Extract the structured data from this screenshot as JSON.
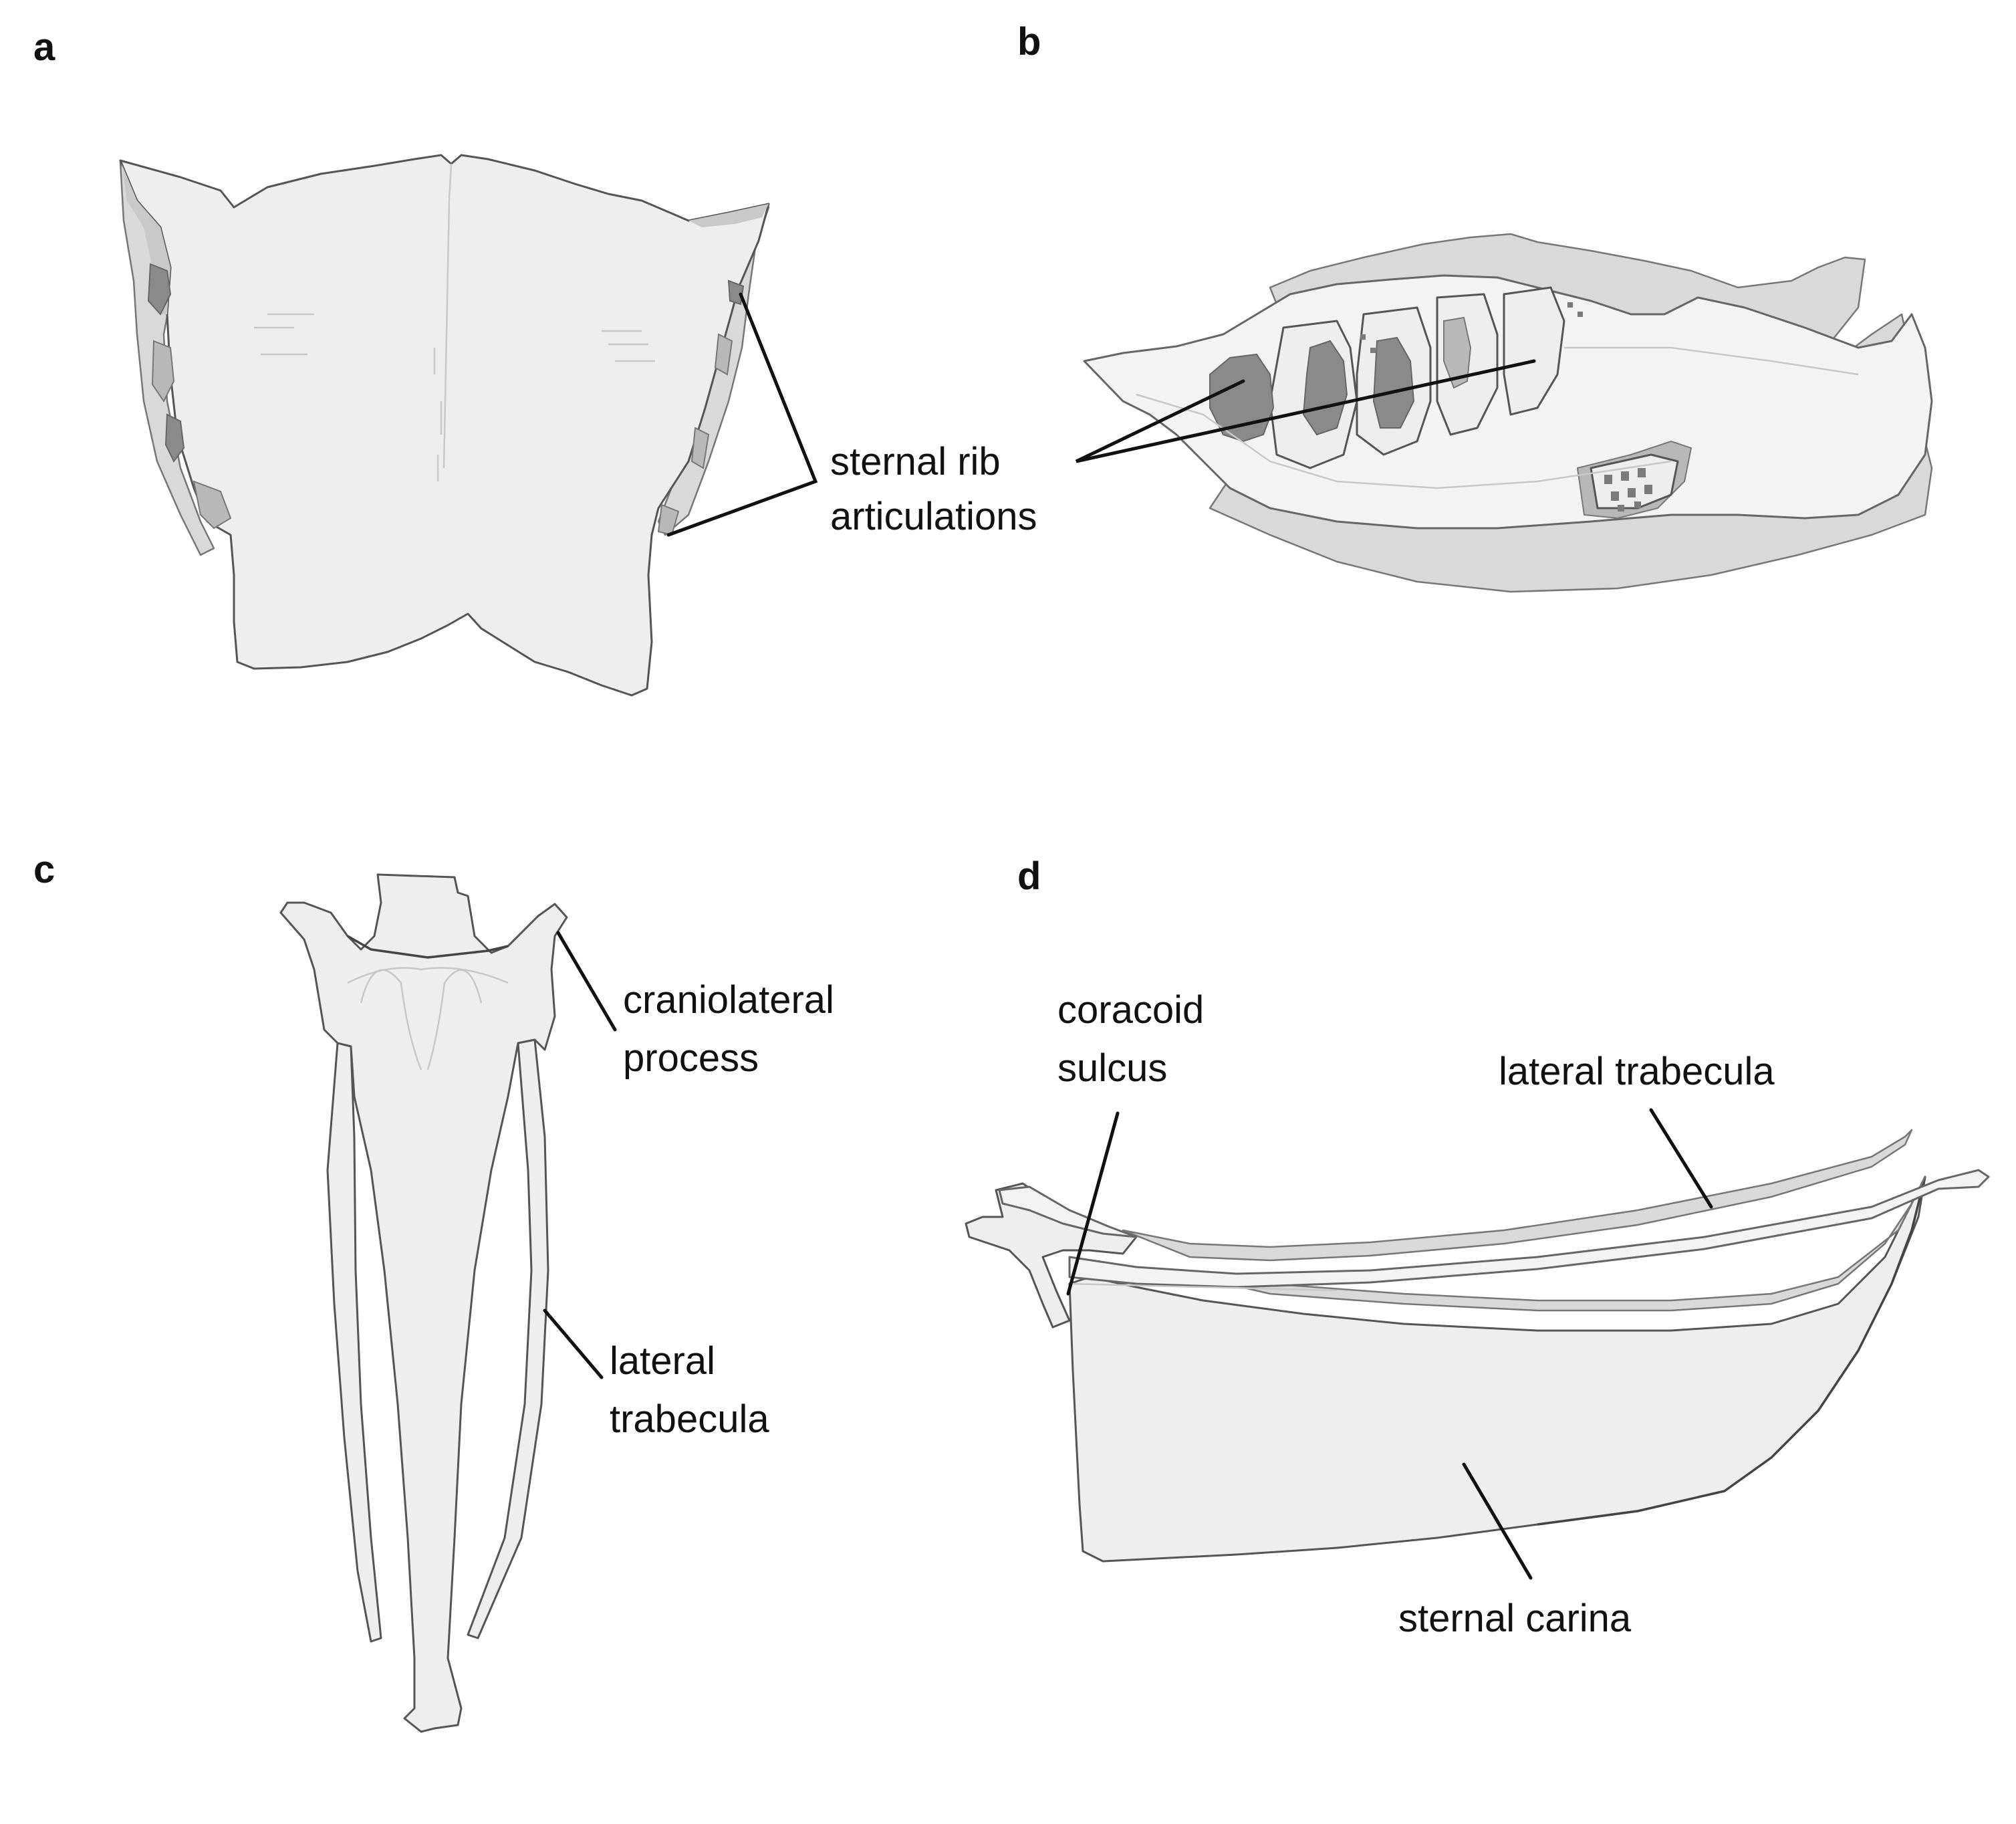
{
  "panels": {
    "a": {
      "letter": "a",
      "label_line1": "sternal rib",
      "label_line2": "articulations"
    },
    "b": {
      "letter": "b"
    },
    "c": {
      "letter": "c",
      "label1_line1": "craniolateral",
      "label1_line2": "process",
      "label2_line1": "lateral",
      "label2_line2": "trabecula"
    },
    "d": {
      "letter": "d",
      "label1_line1": "coracoid",
      "label1_line2": "sulcus",
      "label2": "lateral trabecula",
      "label3": "sternal carina"
    }
  },
  "colors": {
    "bone_fill": "#eeeeee",
    "bone_shade": "#c9c9c9",
    "bone_dark": "#8a8a8a",
    "line": "#111111"
  }
}
